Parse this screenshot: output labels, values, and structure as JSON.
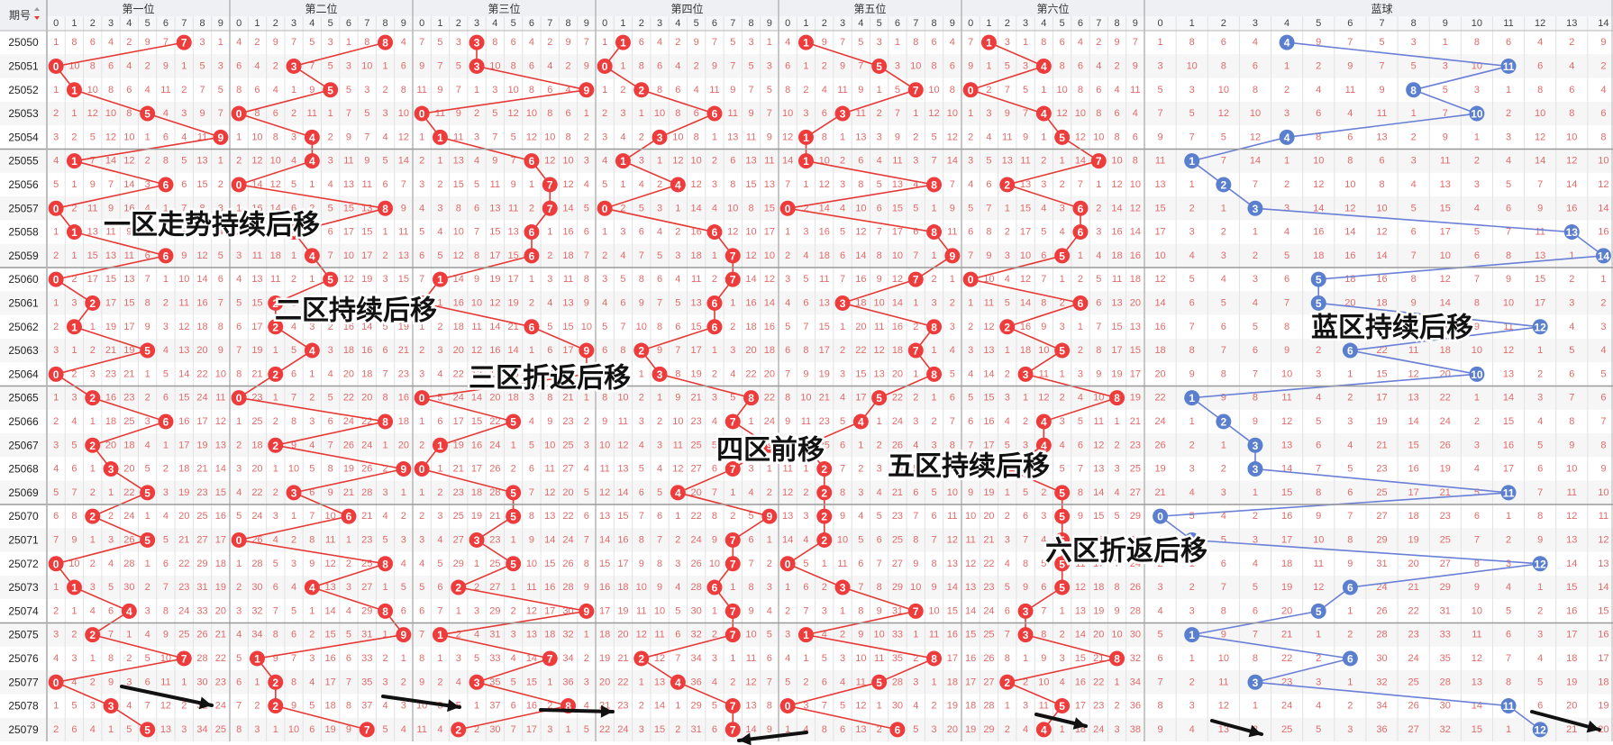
{
  "header": {
    "issue_label": "期号",
    "sort_icon": "sort-arrows-icon",
    "zones": [
      "第一位",
      "第二位",
      "第三位",
      "第四位",
      "第五位",
      "第六位",
      "蓝球"
    ]
  },
  "colors": {
    "red_ball": "#ee3b3b",
    "blue_ball": "#5b7fcf",
    "red_line": "#e53935",
    "blue_line": "#6a7fd6",
    "miss_text": "#e26a6a"
  },
  "chart_data": {
    "type": "table",
    "issues": [
      "25050",
      "25051",
      "25052",
      "25053",
      "25054",
      "25055",
      "25056",
      "25057",
      "25058",
      "25059",
      "25060",
      "25061",
      "25062",
      "25063",
      "25064",
      "25065",
      "25066",
      "25067",
      "25068",
      "25069",
      "25070",
      "25071",
      "25072",
      "25073",
      "25074",
      "25075",
      "25076",
      "25077",
      "25078",
      "25079"
    ],
    "zones": [
      {
        "name": "第一位",
        "digits": 10,
        "hits": [
          7,
          0,
          1,
          5,
          9,
          1,
          6,
          0,
          1,
          6,
          0,
          2,
          1,
          5,
          0,
          2,
          6,
          2,
          3,
          5,
          2,
          5,
          0,
          1,
          4,
          2,
          7,
          0,
          3,
          5
        ]
      },
      {
        "name": "第二位",
        "digits": 10,
        "hits": [
          8,
          3,
          5,
          0,
          4,
          4,
          0,
          8,
          3,
          4,
          5,
          2,
          2,
          4,
          2,
          0,
          8,
          2,
          9,
          3,
          6,
          0,
          8,
          4,
          8,
          9,
          1,
          2,
          2,
          7
        ]
      },
      {
        "name": "第三位",
        "digits": 10,
        "hits": [
          3,
          3,
          9,
          0,
          1,
          6,
          7,
          7,
          6,
          6,
          1,
          0,
          6,
          9,
          9,
          0,
          5,
          1,
          0,
          5,
          5,
          3,
          5,
          2,
          9,
          1,
          7,
          3,
          8,
          2
        ]
      },
      {
        "name": "第四位",
        "digits": 10,
        "hits": [
          1,
          0,
          2,
          6,
          3,
          1,
          4,
          0,
          6,
          7,
          7,
          6,
          6,
          2,
          3,
          8,
          7,
          9,
          7,
          4,
          9,
          7,
          7,
          6,
          7,
          7,
          2,
          4,
          7,
          7
        ]
      },
      {
        "name": "第五位",
        "digits": 10,
        "hits": [
          1,
          5,
          7,
          3,
          1,
          1,
          8,
          0,
          8,
          9,
          7,
          3,
          8,
          7,
          8,
          5,
          4,
          1,
          2,
          2,
          2,
          2,
          0,
          3,
          7,
          1,
          8,
          5,
          0,
          6
        ]
      },
      {
        "name": "第六位",
        "digits": 10,
        "hits": [
          1,
          4,
          0,
          4,
          5,
          7,
          2,
          6,
          6,
          5,
          0,
          6,
          2,
          5,
          3,
          8,
          4,
          4,
          2,
          5,
          5,
          5,
          5,
          5,
          3,
          3,
          8,
          2,
          5,
          4
        ]
      },
      {
        "name": "蓝球",
        "digits": 15,
        "hits": [
          4,
          11,
          8,
          10,
          4,
          1,
          2,
          3,
          13,
          14,
          5,
          5,
          12,
          6,
          10,
          1,
          2,
          3,
          3,
          11,
          0,
          1,
          12,
          6,
          5,
          1,
          6,
          3,
          11,
          12
        ]
      }
    ],
    "annotations": [
      "一区走势持续后移",
      "二区持续后移",
      "三区折返后移",
      "四区前移",
      "五区持续后移",
      "六区折返后移",
      "蓝区持续后移"
    ]
  }
}
